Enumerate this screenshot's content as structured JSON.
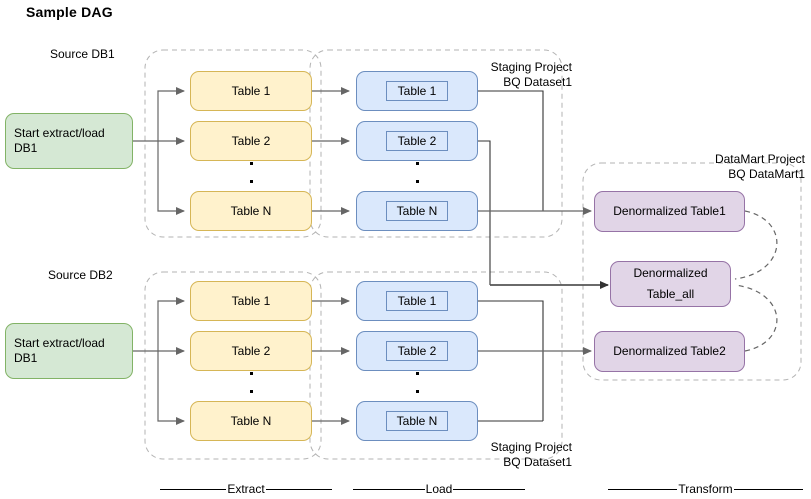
{
  "diagram": {
    "title": "Sample DAG",
    "groups": {
      "source_db1_label": "Source DB1",
      "source_db2_label": "Source DB2",
      "staging_top_line1": "Staging Project",
      "staging_top_line2": "BQ Dataset1",
      "staging_bottom_line1": "Staging Project",
      "staging_bottom_line2": "BQ Dataset1",
      "datamart_line1": "DataMart Project",
      "datamart_line2": "BQ DataMart1"
    },
    "start_nodes": [
      {
        "id": "start-db1",
        "line1": "Start extract/load",
        "line2": "DB1"
      },
      {
        "id": "start-db2",
        "line1": "Start extract/load",
        "line2": "DB1"
      }
    ],
    "extract_top": [
      {
        "id": "extract-top-table-1",
        "label": "Table 1"
      },
      {
        "id": "extract-top-table-2",
        "label": "Table 2"
      },
      {
        "id": "extract-top-table-n",
        "label": "Table N"
      }
    ],
    "extract_bottom": [
      {
        "id": "extract-bottom-table-1",
        "label": "Table 1"
      },
      {
        "id": "extract-bottom-table-2",
        "label": "Table 2"
      },
      {
        "id": "extract-bottom-table-n",
        "label": "Table N"
      }
    ],
    "load_top": [
      {
        "id": "load-top-table-1",
        "label": "Table 1"
      },
      {
        "id": "load-top-table-2",
        "label": "Table 2"
      },
      {
        "id": "load-top-table-n",
        "label": "Table N"
      }
    ],
    "load_bottom": [
      {
        "id": "load-bottom-table-1",
        "label": "Table 1"
      },
      {
        "id": "load-bottom-table-2",
        "label": "Table 2"
      },
      {
        "id": "load-bottom-table-n",
        "label": "Table N"
      }
    ],
    "transform": [
      {
        "id": "denormalized-table1",
        "label": "Denormalized Table1"
      },
      {
        "id": "denormalized-table-all",
        "line1": "Denormalized",
        "line2": "Table_all"
      },
      {
        "id": "denormalized-table2",
        "label": "Denormalized Table2"
      }
    ],
    "stages": [
      {
        "id": "stage-extract",
        "label": "Extract"
      },
      {
        "id": "stage-load",
        "label": "Load"
      },
      {
        "id": "stage-transform",
        "label": "Transform"
      }
    ],
    "colors": {
      "green_fill": "#D5E8D4",
      "green_stroke": "#82B366",
      "yellow_fill": "#FFF2CC",
      "yellow_stroke": "#D6B656",
      "blue_fill": "#DAE8FC",
      "blue_stroke": "#6C8EBF",
      "purple_fill": "#E1D5E7",
      "purple_stroke": "#9673A6",
      "connector": "#666666",
      "container_dash": "#B3B3B3"
    }
  }
}
